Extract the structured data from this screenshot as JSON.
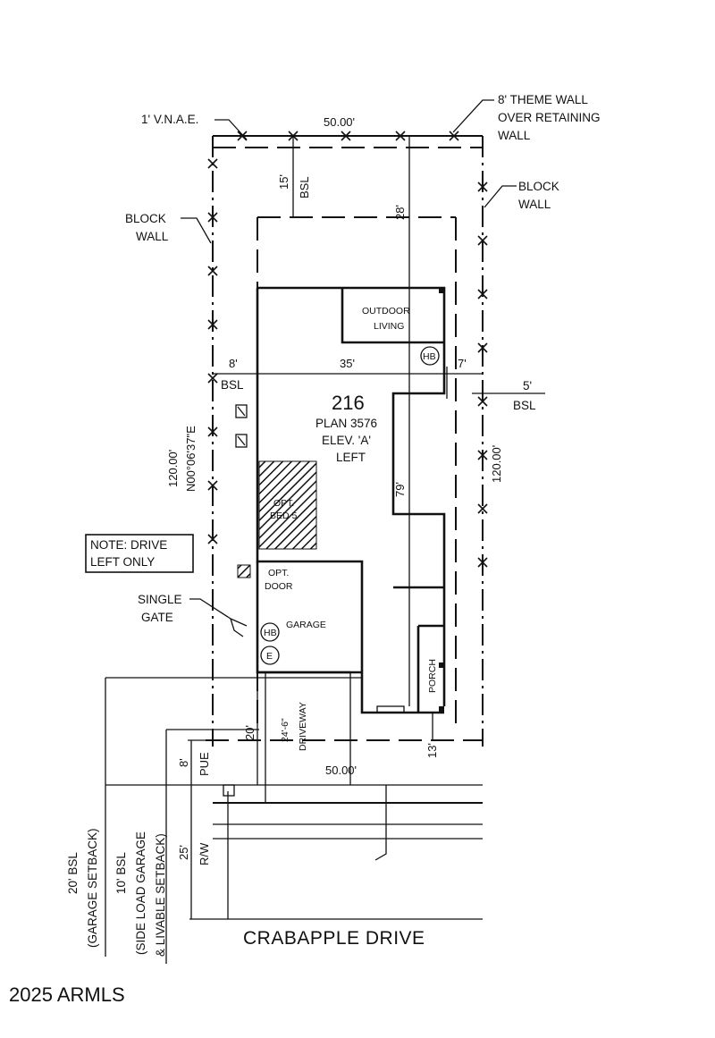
{
  "labels": {
    "vnae": "1' V.N.A.E.",
    "theme_wall_1": "8' THEME WALL",
    "theme_wall_2": "OVER RETAINING",
    "theme_wall_3": "WALL",
    "block_wall_left_1": "BLOCK",
    "block_wall_left_2": "WALL",
    "block_wall_right_1": "BLOCK",
    "block_wall_right_2": "WALL",
    "outdoor_1": "OUTDOOR",
    "outdoor_2": "LIVING",
    "hb": "HB",
    "lot_number": "216",
    "plan": "PLAN 3576",
    "elev": "ELEV. 'A'",
    "orient": "LEFT",
    "opt_bed_1": "OPT.",
    "opt_bed_2": "BED 5",
    "opt_door_1": "OPT.",
    "opt_door_2": "DOOR",
    "garage": "GARAGE",
    "meter": "E",
    "porch": "PORCH",
    "driveway": "DRIVEWAY",
    "note_1": "NOTE: DRIVE",
    "note_2": "LEFT ONLY",
    "gate_1": "SINGLE",
    "gate_2": "GATE",
    "bsl_left": "BSL",
    "bsl_right_1": "5'",
    "bsl_right_2": "BSL",
    "pue": "PUE",
    "rw": "R/W",
    "garage_setback_1": "20' BSL",
    "garage_setback_2": "(GARAGE SETBACK)",
    "side_setback_1": "10' BSL",
    "side_setback_2": "(SIDE LOAD GARAGE",
    "side_setback_3": "& LIVABLE SETBACK)",
    "street": "CRABAPPLE DRIVE",
    "copyright": "2025 ARMLS"
  },
  "dimensions": {
    "top_width": "50.00'",
    "bottom_width": "50.00'",
    "front_setback": "15'",
    "front_setback_bsl": "BSL",
    "rear_to_house": "28'",
    "left_side": "8'",
    "house_width": "35'",
    "right_side": "7'",
    "depth_left": "120.00'",
    "bearing": "N00°06'37\"E",
    "depth_right": "120.00'",
    "house_depth": "79'",
    "garage_20": "20'",
    "driveway_width": "24'-6\"",
    "pue_8": "8'",
    "rear_13": "13'",
    "rw_25": "25'"
  }
}
